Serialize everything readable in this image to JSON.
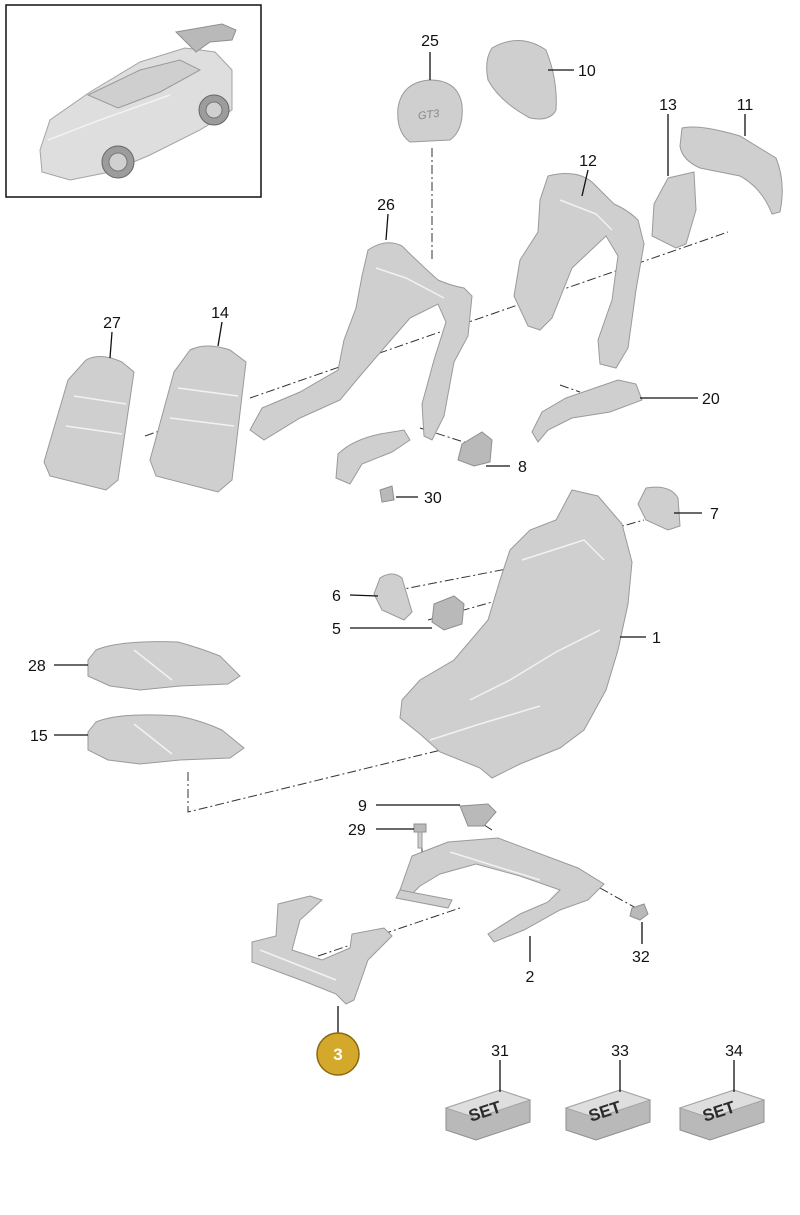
{
  "colors": {
    "part_fill": "#cfcfcf",
    "highlight_badge": "#d4a82a",
    "line": "#111111"
  },
  "labels": {
    "p1": "1",
    "p2": "2",
    "p3": "3",
    "p5": "5",
    "p6": "6",
    "p7": "7",
    "p8": "8",
    "p9": "9",
    "p10": "10",
    "p11": "11",
    "p12": "12",
    "p13": "13",
    "p14": "14",
    "p15": "15",
    "p20": "20",
    "p25": "25",
    "p26": "26",
    "p27": "27",
    "p28": "28",
    "p29": "29",
    "p30": "30",
    "p31": "31",
    "p32": "32",
    "p33": "33",
    "p34": "34"
  },
  "headrest_badge_text": "GT3",
  "kit_text": "SET",
  "highlighted_part": "3"
}
